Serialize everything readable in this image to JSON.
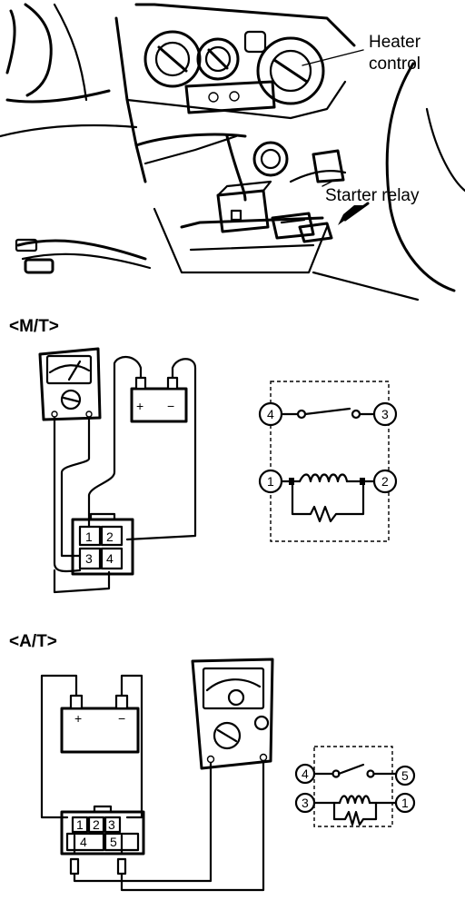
{
  "labels": {
    "heater_control_line1": "Heater",
    "heater_control_line2": "control",
    "starter_relay": "Starter relay"
  },
  "sections": {
    "manual": "<M/T>",
    "automatic": "<A/T>"
  },
  "battery": {
    "plus": "+",
    "minus": "−"
  },
  "mt_relay": {
    "pins": [
      "1",
      "2",
      "3",
      "4"
    ]
  },
  "at_relay": {
    "pins": [
      "1",
      "2",
      "3",
      "4",
      "5"
    ]
  }
}
